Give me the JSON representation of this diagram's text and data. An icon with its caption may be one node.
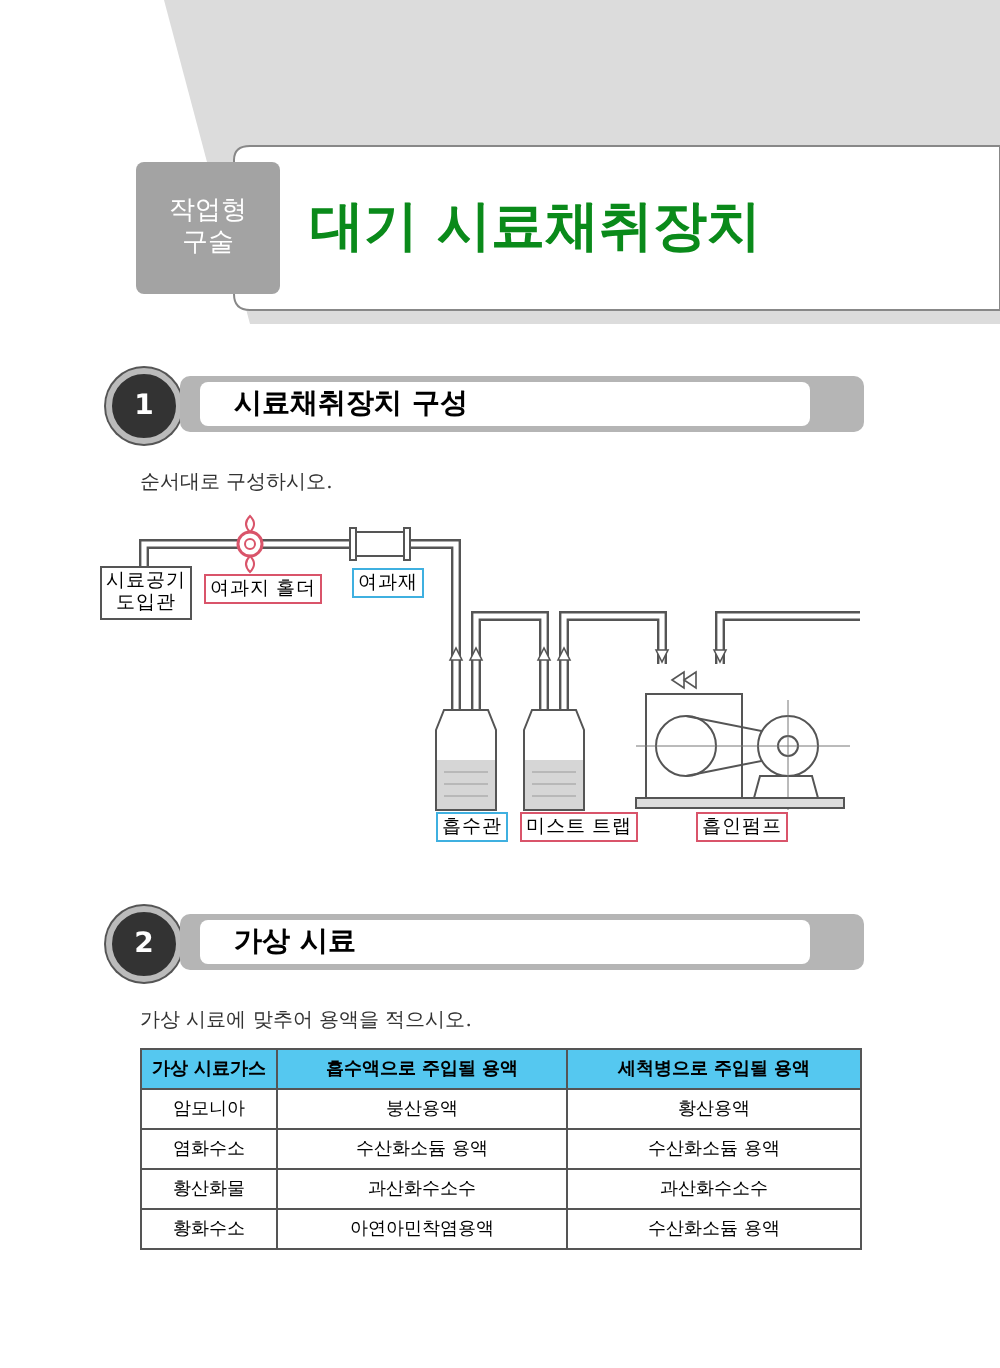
{
  "diagram": {
    "title": "대기 시료채취장치",
    "nodes": [
      {
        "text": [
          "작업형 구술"
        ]
      },
      {
        "text": [
          "1"
        ]
      },
      {
        "text": [
          "시료채취장치 구성"
        ]
      },
      {
        "text": [
          "시료공기 도입관"
        ]
      },
      {
        "text": [
          "여과지 홀더"
        ]
      },
      {
        "text": [
          "여과재"
        ]
      },
      {
        "text": [
          "흡수관"
        ]
      },
      {
        "text": [
          "미스트 트랩"
        ]
      },
      {
        "text": [
          "흡인펌프"
        ]
      },
      {
        "text": [
          "2"
        ]
      },
      {
        "text": [
          "가상 시료"
        ]
      }
    ],
    "labels": [
      "순서대로 구성하시오.",
      "가상 시료에 맞추어 용액을 적으시오.",
      "가상 시료가스",
      "흡수액으로 주입될 용액",
      "세척병으로 주입될 용액",
      "암모니아",
      "붕산용액",
      "황산용액",
      "염화수소",
      "수산화소듐 용액",
      "수산화소듐 용액",
      "황산화물",
      "과산화수소수",
      "과산화수소수",
      "황화수소",
      "아연아민착염용액",
      "수산화소듐 용액"
    ]
  }
}
